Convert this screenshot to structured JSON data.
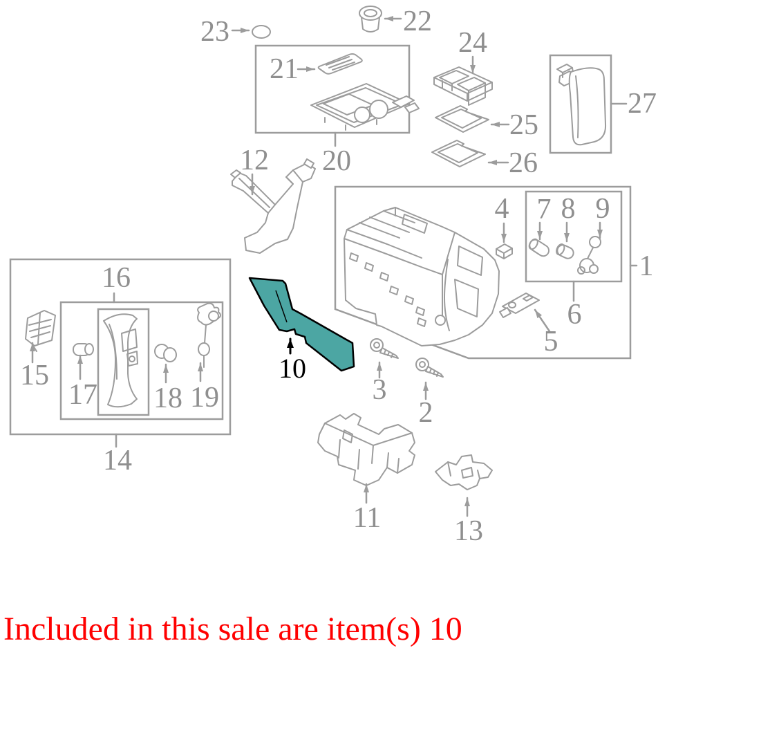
{
  "callouts": [
    {
      "number": "1"
    },
    {
      "number": "2"
    },
    {
      "number": "3"
    },
    {
      "number": "4"
    },
    {
      "number": "5"
    },
    {
      "number": "6"
    },
    {
      "number": "7"
    },
    {
      "number": "8"
    },
    {
      "number": "9"
    },
    {
      "number": "10"
    },
    {
      "number": "11"
    },
    {
      "number": "12"
    },
    {
      "number": "13"
    },
    {
      "number": "14"
    },
    {
      "number": "15"
    },
    {
      "number": "16"
    },
    {
      "number": "17"
    },
    {
      "number": "18"
    },
    {
      "number": "19"
    },
    {
      "number": "20"
    },
    {
      "number": "21"
    },
    {
      "number": "22"
    },
    {
      "number": "23"
    },
    {
      "number": "24"
    },
    {
      "number": "25"
    },
    {
      "number": "26"
    },
    {
      "number": "27"
    }
  ],
  "highlight": {
    "item": "10",
    "fill": "#4CA6A3",
    "outline": "#000000"
  },
  "note": {
    "text": "Included in this sale are item(s) 10"
  },
  "colors": {
    "line": "#9C9C9C",
    "label": "#8F8F8F",
    "hl": "#4CA6A3",
    "note": "#FF0000",
    "background": "#FFFFFF"
  }
}
